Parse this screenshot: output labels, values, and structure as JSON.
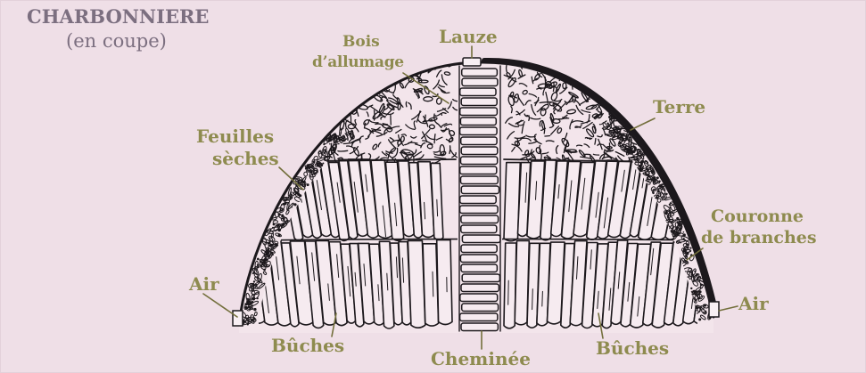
{
  "title": "CHARBONNIERE",
  "subtitle": "(en coupe)",
  "labels": {
    "lauze": "Lauze",
    "bois_line1": "Bois",
    "bois_line2": "d’allumage",
    "terre": "Terre",
    "feuilles_line1": "Feuilles",
    "feuilles_line2": "sèches",
    "couronne_line1": "Couronne",
    "couronne_line2": "de branches",
    "air_left": "Air",
    "air_right": "Air",
    "buches_left": "Bûches",
    "cheminee": "Cheminée",
    "buches_right": "Bûches"
  },
  "colors": {
    "background": "#efdfe7",
    "label_text": "#8e8b4f",
    "title_text": "#7c6f80",
    "ink": "#1c181c"
  }
}
